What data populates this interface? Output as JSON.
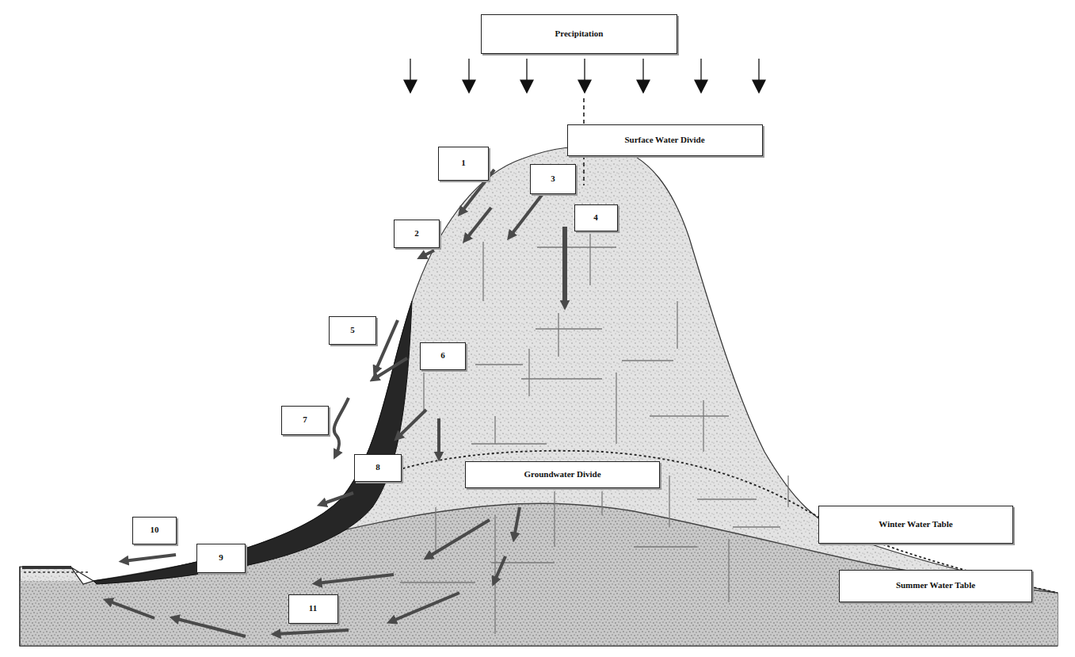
{
  "diagram": {
    "nodes": [
      {
        "text": [
          "Precipitation"
        ]
      },
      {
        "text": [
          "Surface Water Divide"
        ]
      },
      {
        "text": [
          "1"
        ]
      },
      {
        "text": [
          "3"
        ]
      },
      {
        "text": [
          "4"
        ]
      },
      {
        "text": [
          "2"
        ]
      },
      {
        "text": [
          "5"
        ]
      },
      {
        "text": [
          "6"
        ]
      },
      {
        "text": [
          "7"
        ]
      },
      {
        "text": [
          "8"
        ]
      },
      {
        "text": [
          "Groundwater Divide"
        ]
      },
      {
        "text": [
          "Winter Water Table"
        ]
      },
      {
        "text": [
          "10"
        ]
      },
      {
        "text": [
          "9"
        ]
      },
      {
        "text": [
          "Summer Water Table"
        ]
      },
      {
        "text": [
          "11"
        ]
      }
    ]
  }
}
